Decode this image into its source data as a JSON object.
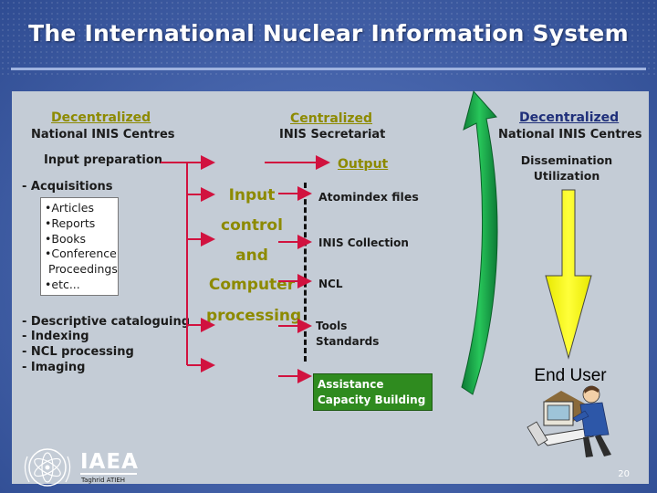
{
  "title": "The International Nuclear Information System",
  "columns": {
    "left": {
      "heading": "Decentralized",
      "subheading": "National INIS Centres"
    },
    "center": {
      "heading": "Centralized",
      "subheading": "INIS Secretariat"
    },
    "right": {
      "heading": "Decentralized",
      "subheading": "National INIS Centres"
    }
  },
  "input_preparation": {
    "label": "Input preparation",
    "acquisitions": "- Acquisitions",
    "acquisition_items": [
      "•Articles",
      "•Reports",
      "•Books",
      "•Conference",
      "Proceedings",
      "•etc..."
    ],
    "tasks": [
      "- Descriptive cataloguing",
      "- Indexing",
      "- NCL  processing",
      "- Imaging"
    ]
  },
  "processing_words": [
    "Input",
    "control",
    "and",
    "Computer",
    "processing"
  ],
  "output": {
    "label": "Output",
    "items": [
      "Atomindex files",
      "INIS Collection",
      "NCL"
    ],
    "tools": [
      "Tools",
      "Standards"
    ],
    "assistance": [
      "Assistance",
      "Capacity Building"
    ]
  },
  "dissemination": [
    "Dissemination",
    "Utilization"
  ],
  "end_user": "End User",
  "logo_text": "IAEA",
  "author": "Taghrid ATIEH",
  "page_number": "20",
  "colors": {
    "background": "#4866ad",
    "panel": "#c4ccd6",
    "olive_text": "#8d8a00",
    "navy_text": "#1f2f7a",
    "arrow_red": "#d1123f",
    "big_arrow_green": "#19a64a",
    "down_arrow_yellow": "#ffff1a",
    "assistance_box": "#2f8b1f"
  }
}
